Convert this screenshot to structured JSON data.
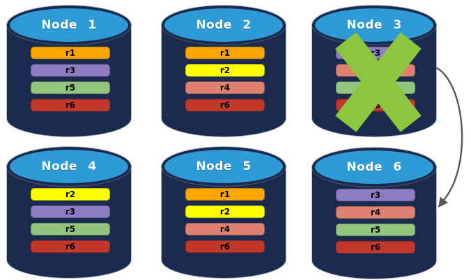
{
  "colors": {
    "cylinder_top": "#2E9BD6",
    "cylinder_body": "#1B2B4F",
    "x_mark": "#8CC63E",
    "arrow": "#575757",
    "node_label_text": "#FFFFFF",
    "record_label_text": "#000000"
  },
  "nodes": [
    {
      "label": "Node 1",
      "failed": false,
      "records": [
        {
          "id": "r1",
          "color": "#F9A602"
        },
        {
          "id": "r3",
          "color": "#8E7CC3"
        },
        {
          "id": "r5",
          "color": "#93C47D"
        },
        {
          "id": "r6",
          "color": "#C0392B"
        }
      ]
    },
    {
      "label": "Node 2",
      "failed": false,
      "records": [
        {
          "id": "r1",
          "color": "#F9A602"
        },
        {
          "id": "r2",
          "color": "#FFFF00"
        },
        {
          "id": "r4",
          "color": "#DE8170"
        },
        {
          "id": "r6",
          "color": "#C0392B"
        }
      ]
    },
    {
      "label": "Node 3",
      "failed": true,
      "records": [
        {
          "id": "r3",
          "color": "#8E7CC3"
        },
        {
          "id": "r4",
          "color": "#DE8170"
        },
        {
          "id": "r5",
          "color": "#93C47D"
        },
        {
          "id": "r6",
          "color": "#C0392B"
        }
      ]
    },
    {
      "label": "Node 4",
      "failed": false,
      "records": [
        {
          "id": "r2",
          "color": "#FFFF00"
        },
        {
          "id": "r3",
          "color": "#8E7CC3"
        },
        {
          "id": "r5",
          "color": "#93C47D"
        },
        {
          "id": "r6",
          "color": "#C0392B"
        }
      ]
    },
    {
      "label": "Node 5",
      "failed": false,
      "records": [
        {
          "id": "r1",
          "color": "#F9A602"
        },
        {
          "id": "r2",
          "color": "#FFFF00"
        },
        {
          "id": "r4",
          "color": "#DE8170"
        },
        {
          "id": "r6",
          "color": "#C0392B"
        }
      ]
    },
    {
      "label": "Node 6",
      "failed": false,
      "records": [
        {
          "id": "r3",
          "color": "#8E7CC3"
        },
        {
          "id": "r4",
          "color": "#DE8170"
        },
        {
          "id": "r5",
          "color": "#93C47D"
        },
        {
          "id": "r6",
          "color": "#C0392B"
        }
      ]
    }
  ],
  "arrow": {
    "from": "Node 3",
    "to": "Node 6"
  }
}
